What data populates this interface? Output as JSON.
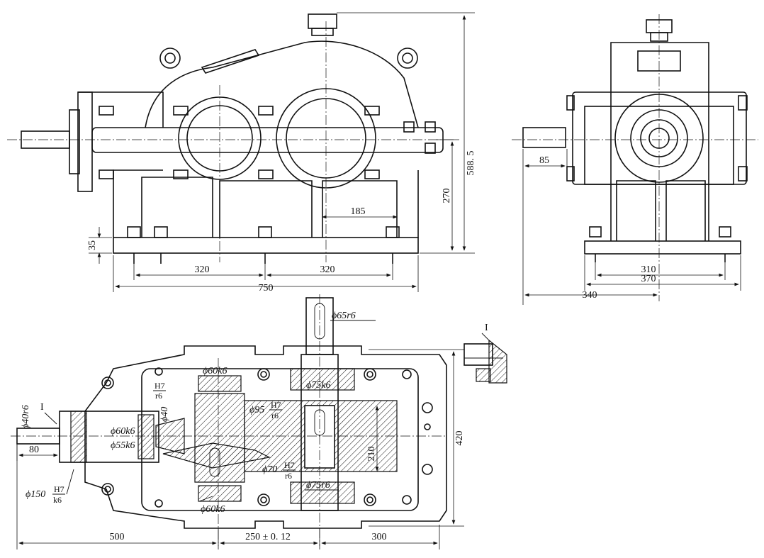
{
  "front_view": {
    "dims": {
      "height_total": "588. 5",
      "height_axis": "270",
      "base_thickness": "35",
      "bolt_span_left": "320",
      "bolt_span_right": "320",
      "overall_length": "750",
      "offset_185": "185"
    }
  },
  "side_view": {
    "dims": {
      "shaft_ext": "85",
      "bolt_span": "310",
      "base_width": "370",
      "overall_width": "340"
    }
  },
  "top_view": {
    "labels": {
      "detail_mark": "I",
      "detail_mark_2": "I"
    },
    "fits": {
      "out_shaft": "ϕ65r6",
      "bearing_60k6_top": "ϕ60k6",
      "fit_h7": "H7",
      "fit_r6": "r6",
      "phi40": "ϕ40",
      "phi40r6": "ϕ40r6",
      "bearing_75k6_top": "ϕ75k6",
      "phi95": "ϕ95",
      "fit95_h7": "H7",
      "fit95_r6": "r6",
      "phi60k6_mid": "ϕ60k6",
      "phi55k6": "ϕ55k6",
      "phi70": "ϕ70",
      "fit70_h7": "H7",
      "fit70_r6": "r6",
      "bearing_75r6_bot": "ϕ75r6",
      "bearing_60k6_bot": "ϕ60k6",
      "phi150": "ϕ150",
      "fit150_h7": "H7",
      "fit150_k6": "k6"
    },
    "dims": {
      "in_ext": "80",
      "center_dist_v": "210",
      "overall_width": "420",
      "len_500": "500",
      "center_dist": "250 ± 0. 12",
      "len_300": "300"
    }
  }
}
